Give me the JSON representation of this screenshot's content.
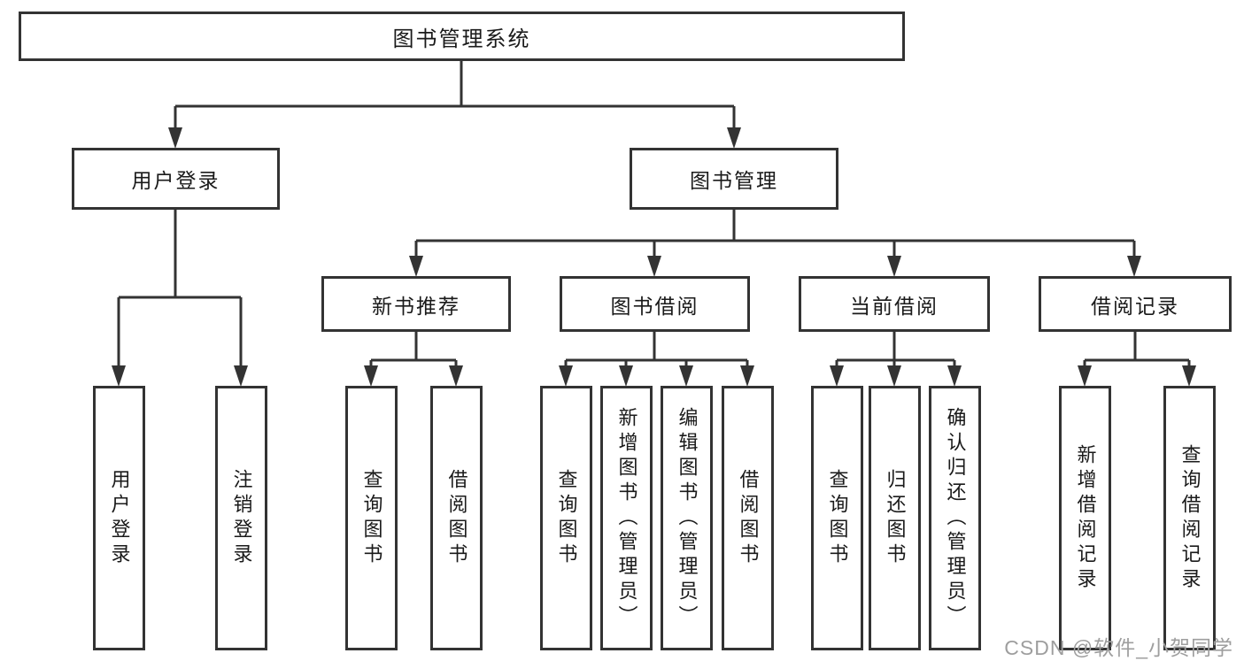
{
  "colors": {
    "line": "#333333",
    "node_border": "#333333",
    "text": "#1a1a1a",
    "watermark": "#9e9e9e",
    "background": "#ffffff"
  },
  "watermark": {
    "text": "CSDN @软件_小贺同学"
  },
  "tree": {
    "root": {
      "label": "图书管理系统"
    },
    "branches": [
      {
        "label": "用户登录",
        "children": [
          {
            "label": "用户登录"
          },
          {
            "label": "注销登录"
          }
        ]
      },
      {
        "label": "图书管理",
        "children": [
          {
            "label": "新书推荐",
            "children": [
              {
                "label": "查询图书"
              },
              {
                "label": "借阅图书"
              }
            ]
          },
          {
            "label": "图书借阅",
            "children": [
              {
                "label": "查询图书"
              },
              {
                "label": "新增图书（管理员）"
              },
              {
                "label": "编辑图书（管理员）"
              },
              {
                "label": "借阅图书"
              }
            ]
          },
          {
            "label": "当前借阅",
            "children": [
              {
                "label": "查询图书"
              },
              {
                "label": "归还图书"
              },
              {
                "label": "确认归还（管理员）"
              }
            ]
          },
          {
            "label": "借阅记录",
            "children": [
              {
                "label": "新增借阅记录"
              },
              {
                "label": "查询借阅记录"
              }
            ]
          }
        ]
      }
    ]
  }
}
